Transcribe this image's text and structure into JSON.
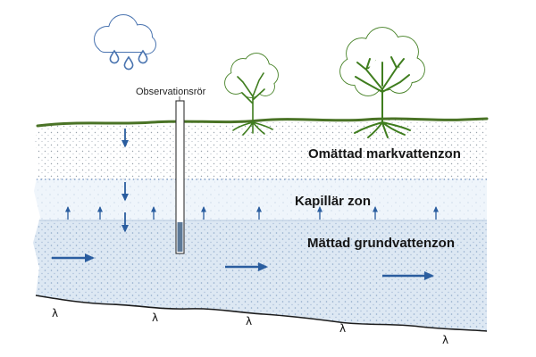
{
  "diagram": {
    "labels": {
      "observation_pipe": "Observationsrör",
      "zone_unsaturated": "Omättad markvattenzon",
      "zone_capillary": "Kapillär zon",
      "zone_saturated": "Mättad grundvattenzon"
    },
    "lambda_marks": [
      "λ",
      "λ",
      "λ",
      "λ",
      "λ"
    ],
    "colors": {
      "cloud_blue": "#4a74b0",
      "tree_green": "#3f7d1e",
      "ground_green": "#4a7326",
      "arrow_blue": "#2a5d9f",
      "unsaturated_fill": "#ffffff",
      "capillary_fill": "#eff5fb",
      "saturated_fill": "#dde8f3",
      "boundary_black": "#222222"
    }
  }
}
